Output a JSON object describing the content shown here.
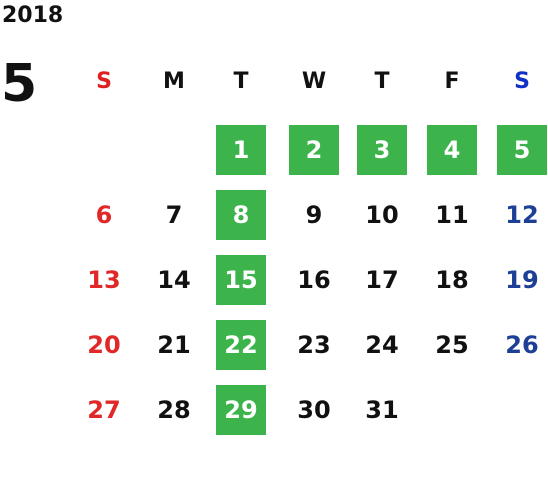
{
  "calendar": {
    "year": "2018",
    "month": "5",
    "weekdays": [
      "S",
      "M",
      "T",
      "W",
      "T",
      "F",
      "S"
    ],
    "highlight_color": "#3cb44b",
    "sunday_color": "#e02828",
    "saturday_color": "#1d3f96",
    "days": {
      "d1": "1",
      "d2": "2",
      "d3": "3",
      "d4": "4",
      "d5": "5",
      "d6": "6",
      "d7": "7",
      "d8": "8",
      "d9": "9",
      "d10": "10",
      "d11": "11",
      "d12": "12",
      "d13": "13",
      "d14": "14",
      "d15": "15",
      "d16": "16",
      "d17": "17",
      "d18": "18",
      "d19": "19",
      "d20": "20",
      "d21": "21",
      "d22": "22",
      "d23": "23",
      "d24": "24",
      "d25": "25",
      "d26": "26",
      "d27": "27",
      "d28": "28",
      "d29": "29",
      "d30": "30",
      "d31": "31"
    },
    "highlighted_days": [
      "1",
      "2",
      "3",
      "4",
      "5",
      "8",
      "15",
      "22",
      "29"
    ]
  }
}
